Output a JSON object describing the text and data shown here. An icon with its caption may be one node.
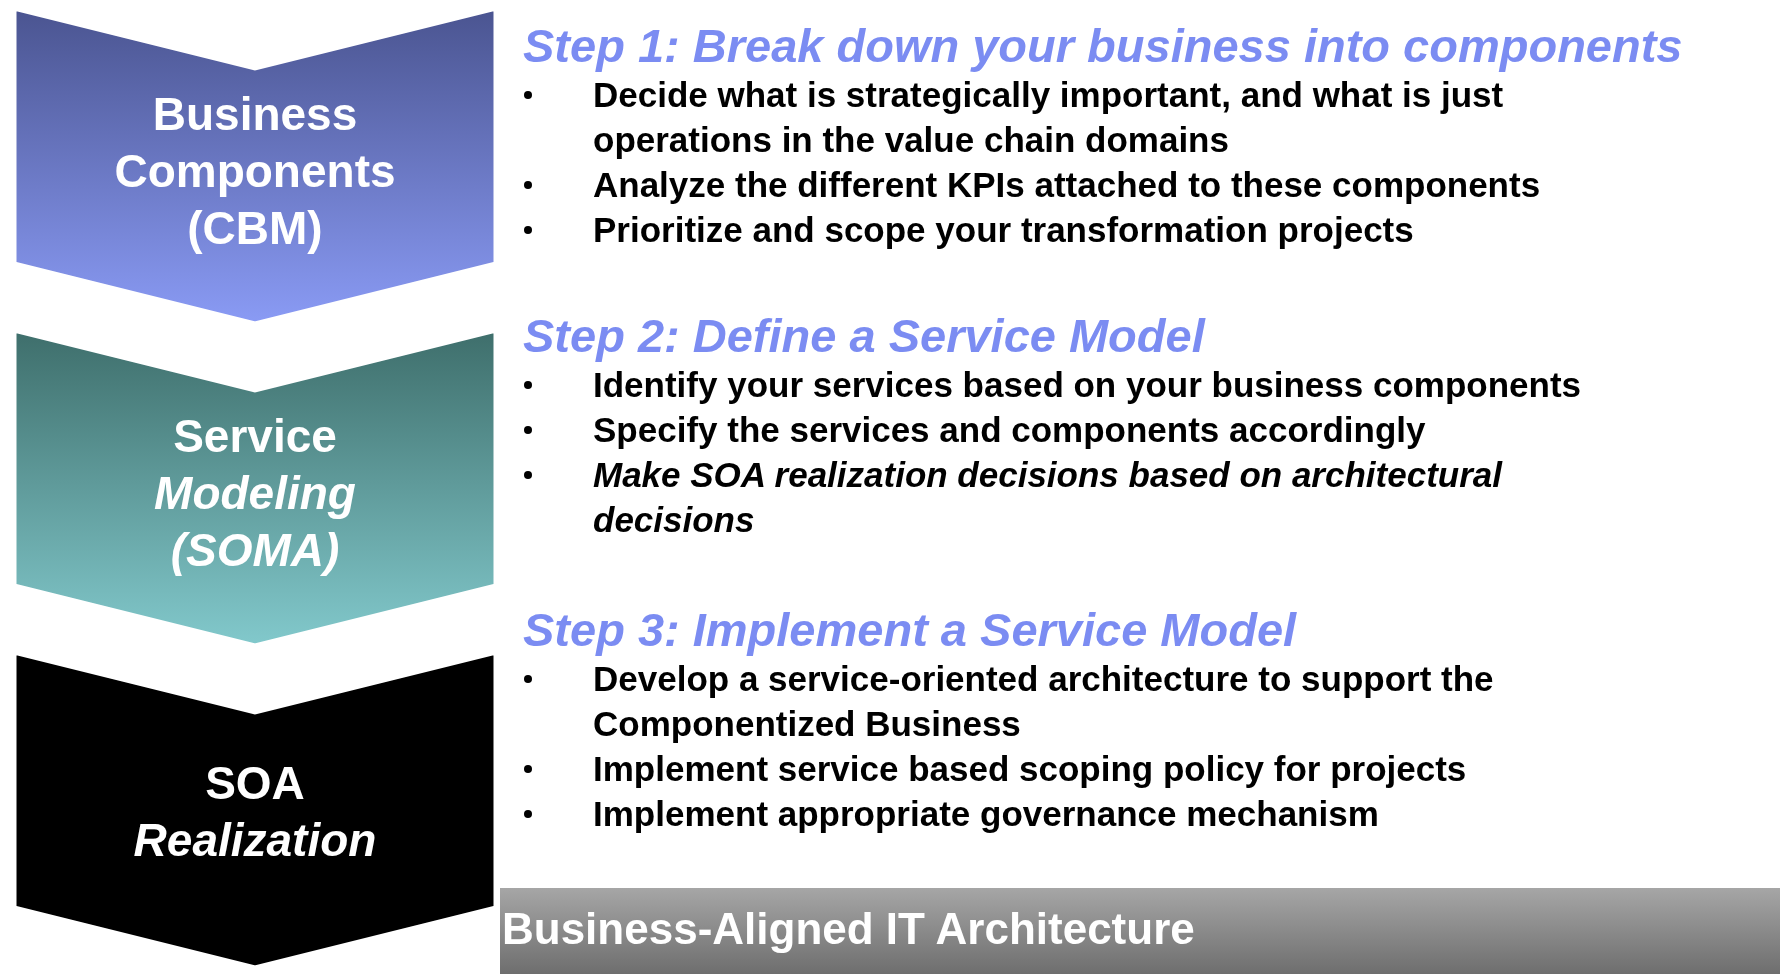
{
  "diagram": {
    "nodes": [
      {
        "text": [
          "Business Components (CBM)"
        ]
      },
      {
        "text": [
          "Service *Modeling (SOMA)*"
        ]
      },
      {
        "text": [
          "SOA *Realization*"
        ]
      },
      {
        "text": [
          "Business-Aligned IT Architecture"
        ]
      }
    ],
    "labels": [
      "Step 1: Break down your business into components",
      "Decide what is strategically important, and what is just operations in the value chain domains",
      "Analyze the different KPIs attached to these components",
      "Prioritize and scope your transformation projects",
      "Step 2: Define a Service Model",
      "Identify your services based on your business components",
      "Specify the services and components accordingly",
      "Make SOA realization decisions based on architectural decisions",
      "Step 3: Implement a Service Model",
      "Develop a service-oriented architecture to support the Componentized Business",
      "Implement service based scoping policy for projects",
      "Implement appropriate governance mechanism"
    ]
  }
}
